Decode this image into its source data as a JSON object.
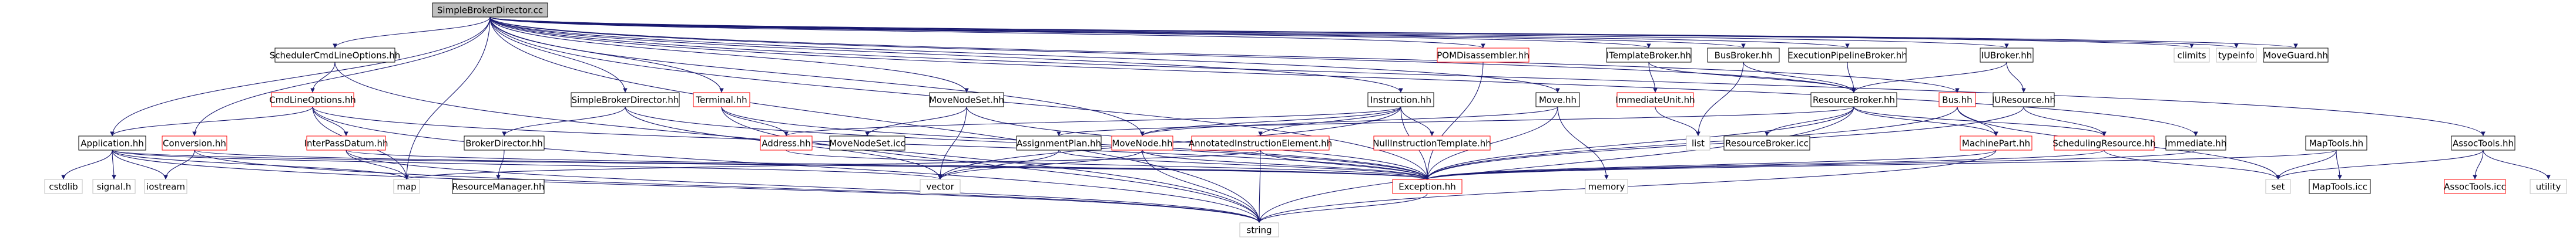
{
  "graph": {
    "root": "SimpleBrokerDirector.cc",
    "colors": {
      "edge": "#191970",
      "border_default": "#000000",
      "border_linked": "#ff0000",
      "border_external": "#bfbfbf",
      "root_fill": "#bfbfbf",
      "fill": "#ffffff",
      "text": "#000000"
    },
    "nodes": [
      {
        "id": "root",
        "label": "SimpleBrokerDirector.cc",
        "kind": "root"
      },
      {
        "id": "scheduler_cmdline",
        "label": "SchedulerCmdLineOptions.hh",
        "kind": "default"
      },
      {
        "id": "cmdline",
        "label": "CmdLineOptions.hh",
        "kind": "linked"
      },
      {
        "id": "application",
        "label": "Application.hh",
        "kind": "default"
      },
      {
        "id": "conversion",
        "label": "Conversion.hh",
        "kind": "linked"
      },
      {
        "id": "interpass",
        "label": "InterPassDatum.hh",
        "kind": "linked"
      },
      {
        "id": "sbd_hh",
        "label": "SimpleBrokerDirector.hh",
        "kind": "default"
      },
      {
        "id": "broker_director",
        "label": "BrokerDirector.hh",
        "kind": "default"
      },
      {
        "id": "resource_manager",
        "label": "ResourceManager.hh",
        "kind": "default"
      },
      {
        "id": "terminal",
        "label": "Terminal.hh",
        "kind": "linked"
      },
      {
        "id": "address",
        "label": "Address.hh",
        "kind": "linked"
      },
      {
        "id": "movenodeset_hh",
        "label": "MoveNodeSet.hh",
        "kind": "default"
      },
      {
        "id": "movenodeset_icc",
        "label": "MoveNodeSet.icc",
        "kind": "default"
      },
      {
        "id": "pom",
        "label": "POMDisassembler.hh",
        "kind": "linked"
      },
      {
        "id": "instruction",
        "label": "Instruction.hh",
        "kind": "default"
      },
      {
        "id": "assignment_plan",
        "label": "AssignmentPlan.hh",
        "kind": "default"
      },
      {
        "id": "movenode",
        "label": "MoveNode.hh",
        "kind": "linked"
      },
      {
        "id": "annotated",
        "label": "AnnotatedInstructionElement.hh",
        "kind": "linked"
      },
      {
        "id": "null_template",
        "label": "NullInstructionTemplate.hh",
        "kind": "linked"
      },
      {
        "id": "move",
        "label": "Move.hh",
        "kind": "default"
      },
      {
        "id": "itemplate",
        "label": "ITemplateBroker.hh",
        "kind": "default"
      },
      {
        "id": "immediate_unit",
        "label": "ImmediateUnit.hh",
        "kind": "linked"
      },
      {
        "id": "busbroker",
        "label": "BusBroker.hh",
        "kind": "default"
      },
      {
        "id": "exec_pipeline",
        "label": "ExecutionPipelineBroker.hh",
        "kind": "default"
      },
      {
        "id": "resource_broker",
        "label": "ResourceBroker.hh",
        "kind": "default"
      },
      {
        "id": "resource_broker_icc",
        "label": "ResourceBroker.icc",
        "kind": "default"
      },
      {
        "id": "bus",
        "label": "Bus.hh",
        "kind": "linked"
      },
      {
        "id": "machine_part",
        "label": "MachinePart.hh",
        "kind": "linked"
      },
      {
        "id": "scheduling_resource",
        "label": "SchedulingResource.hh",
        "kind": "linked"
      },
      {
        "id": "iu_broker",
        "label": "IUBroker.hh",
        "kind": "default"
      },
      {
        "id": "iu_resource",
        "label": "IUResource.hh",
        "kind": "default"
      },
      {
        "id": "immediate",
        "label": "Immediate.hh",
        "kind": "default"
      },
      {
        "id": "maptools",
        "label": "MapTools.hh",
        "kind": "default"
      },
      {
        "id": "maptools_icc",
        "label": "MapTools.icc",
        "kind": "default"
      },
      {
        "id": "assoctools",
        "label": "AssocTools.hh",
        "kind": "default"
      },
      {
        "id": "assoctools_icc",
        "label": "AssocTools.icc",
        "kind": "linked"
      },
      {
        "id": "exception",
        "label": "Exception.hh",
        "kind": "linked"
      },
      {
        "id": "cstdlib",
        "label": "cstdlib",
        "kind": "external"
      },
      {
        "id": "signal",
        "label": "signal.h",
        "kind": "external"
      },
      {
        "id": "iostream",
        "label": "iostream",
        "kind": "external"
      },
      {
        "id": "map",
        "label": "map",
        "kind": "external"
      },
      {
        "id": "vector",
        "label": "vector",
        "kind": "external"
      },
      {
        "id": "memory",
        "label": "memory",
        "kind": "external"
      },
      {
        "id": "list",
        "label": "list",
        "kind": "external"
      },
      {
        "id": "set",
        "label": "set",
        "kind": "external"
      },
      {
        "id": "string",
        "label": "string",
        "kind": "external"
      },
      {
        "id": "utility",
        "label": "utility",
        "kind": "external"
      },
      {
        "id": "climits",
        "label": "climits",
        "kind": "external"
      },
      {
        "id": "typeinfo",
        "label": "typeinfo",
        "kind": "external"
      },
      {
        "id": "moveguard",
        "label": "MoveGuard.hh",
        "kind": "default"
      }
    ],
    "edges": [
      [
        "root",
        "scheduler_cmdline"
      ],
      [
        "root",
        "sbd_hh"
      ],
      [
        "root",
        "terminal"
      ],
      [
        "root",
        "movenodeset_hh"
      ],
      [
        "root",
        "pom"
      ],
      [
        "root",
        "instruction"
      ],
      [
        "root",
        "move"
      ],
      [
        "root",
        "itemplate"
      ],
      [
        "root",
        "busbroker"
      ],
      [
        "root",
        "exec_pipeline"
      ],
      [
        "root",
        "iu_broker"
      ],
      [
        "root",
        "climits"
      ],
      [
        "root",
        "typeinfo"
      ],
      [
        "root",
        "moveguard"
      ],
      [
        "root",
        "application"
      ],
      [
        "root",
        "conversion"
      ],
      [
        "root",
        "assoctools"
      ],
      [
        "root",
        "map"
      ],
      [
        "root",
        "string"
      ],
      [
        "root",
        "exception"
      ],
      [
        "root",
        "bus"
      ],
      [
        "root",
        "resource_broker"
      ],
      [
        "root",
        "movenode"
      ],
      [
        "root",
        "immediate"
      ],
      [
        "scheduler_cmdline",
        "cmdline"
      ],
      [
        "scheduler_cmdline",
        "string"
      ],
      [
        "cmdline",
        "application"
      ],
      [
        "cmdline",
        "interpass"
      ],
      [
        "cmdline",
        "map"
      ],
      [
        "cmdline",
        "exception"
      ],
      [
        "cmdline",
        "string"
      ],
      [
        "application",
        "cstdlib"
      ],
      [
        "application",
        "signal"
      ],
      [
        "application",
        "iostream"
      ],
      [
        "application",
        "map"
      ],
      [
        "application",
        "vector"
      ],
      [
        "application",
        "string"
      ],
      [
        "application",
        "exception"
      ],
      [
        "conversion",
        "iostream"
      ],
      [
        "conversion",
        "exception"
      ],
      [
        "conversion",
        "string"
      ],
      [
        "interpass",
        "map"
      ],
      [
        "interpass",
        "exception"
      ],
      [
        "interpass",
        "string"
      ],
      [
        "sbd_hh",
        "broker_director"
      ],
      [
        "sbd_hh",
        "vector"
      ],
      [
        "sbd_hh",
        "exception"
      ],
      [
        "broker_director",
        "resource_manager"
      ],
      [
        "terminal",
        "address"
      ],
      [
        "terminal",
        "exception"
      ],
      [
        "terminal",
        "string"
      ],
      [
        "movenodeset_hh",
        "movenodeset_icc"
      ],
      [
        "movenodeset_hh",
        "vector"
      ],
      [
        "movenodeset_hh",
        "exception"
      ],
      [
        "pom",
        "exception"
      ],
      [
        "instruction",
        "address"
      ],
      [
        "instruction",
        "annotated"
      ],
      [
        "instruction",
        "null_template"
      ],
      [
        "instruction",
        "vector"
      ],
      [
        "instruction",
        "exception"
      ],
      [
        "instruction",
        "movenode"
      ],
      [
        "move",
        "exception"
      ],
      [
        "move",
        "memory"
      ],
      [
        "move",
        "movenode"
      ],
      [
        "itemplate",
        "immediate_unit"
      ],
      [
        "itemplate",
        "resource_broker"
      ],
      [
        "immediate_unit",
        "list"
      ],
      [
        "busbroker",
        "resource_broker"
      ],
      [
        "busbroker",
        "list"
      ],
      [
        "exec_pipeline",
        "resource_broker"
      ],
      [
        "resource_broker",
        "resource_broker_icc"
      ],
      [
        "resource_broker",
        "machine_part"
      ],
      [
        "resource_broker",
        "scheduling_resource"
      ],
      [
        "resource_broker",
        "exception"
      ],
      [
        "resource_broker",
        "assignment_plan"
      ],
      [
        "resource_broker",
        "string"
      ],
      [
        "bus",
        "machine_part"
      ],
      [
        "bus",
        "exception"
      ],
      [
        "bus",
        "set"
      ],
      [
        "machine_part",
        "exception"
      ],
      [
        "machine_part",
        "string"
      ],
      [
        "scheduling_resource",
        "set"
      ],
      [
        "scheduling_resource",
        "exception"
      ],
      [
        "iu_broker",
        "iu_resource"
      ],
      [
        "iu_broker",
        "resource_broker"
      ],
      [
        "iu_resource",
        "scheduling_resource"
      ],
      [
        "iu_resource",
        "exception"
      ],
      [
        "immediate",
        "exception"
      ],
      [
        "maptools",
        "maptools_icc"
      ],
      [
        "maptools",
        "set"
      ],
      [
        "maptools",
        "exception"
      ],
      [
        "assoctools",
        "assoctools_icc"
      ],
      [
        "assoctools",
        "set"
      ],
      [
        "assoctools",
        "utility"
      ],
      [
        "movenode",
        "exception"
      ],
      [
        "movenode",
        "vector"
      ],
      [
        "movenode",
        "string"
      ],
      [
        "annotated",
        "exception"
      ],
      [
        "annotated",
        "string"
      ],
      [
        "annotated",
        "map"
      ],
      [
        "assignment_plan",
        "vector"
      ],
      [
        "assignment_plan",
        "exception"
      ],
      [
        "exception",
        "string"
      ],
      [
        "address",
        "exception"
      ]
    ]
  }
}
